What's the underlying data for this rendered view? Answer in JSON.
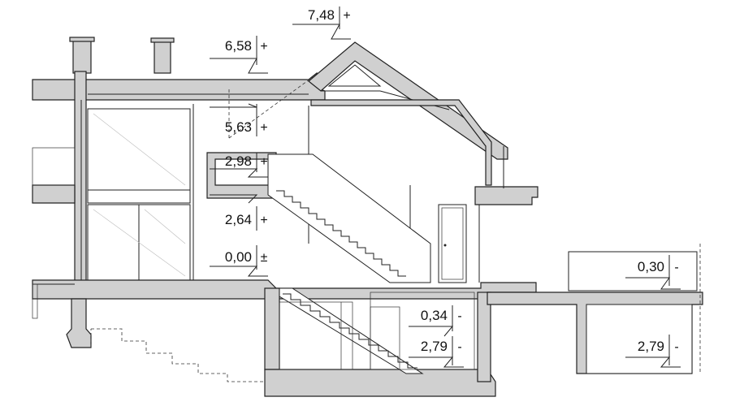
{
  "drawing": {
    "levels": [
      {
        "sign": "+",
        "value": "7,48"
      },
      {
        "sign": "+",
        "value": "6,58"
      },
      {
        "sign": "+",
        "value": "5,63"
      },
      {
        "sign": "+",
        "value": "2,98"
      },
      {
        "sign": "+",
        "value": "2,64"
      },
      {
        "sign": "±",
        "value": "0,00"
      },
      {
        "sign": "-",
        "value": "0,30"
      },
      {
        "sign": "-",
        "value": "0,34"
      },
      {
        "sign": "-",
        "value": "2,79"
      },
      {
        "sign": "-",
        "value": "2,79"
      }
    ]
  }
}
